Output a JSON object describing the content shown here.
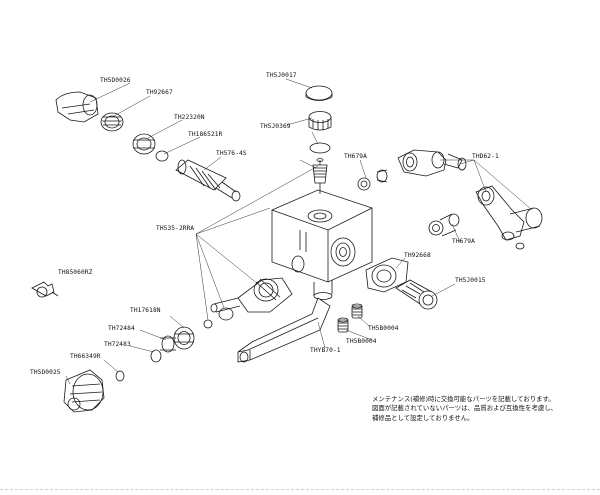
{
  "parts": {
    "th5d0026": "TH5D0026",
    "th92667": "TH92667",
    "th22320n": "TH22320N",
    "th186521r": "TH186521R",
    "th576_4s": "TH576-4S",
    "th5j0017": "TH5J0017",
    "th5j0369": "TH5J0369",
    "th679a_top": "TH679A",
    "thd62_1": "THD62-1",
    "th679a_right": "TH679A",
    "th535_2rra": "TH535-2RRA",
    "th92668": "TH92668",
    "th5j0015": "TH5J0015",
    "th85060rz": "TH85060RZ",
    "th17618n": "TH17618N",
    "th72484": "TH72484",
    "th72483": "TH72483",
    "th66349r": "TH66349R",
    "th5d0025": "TH5D0025",
    "th5b0004_a": "TH5B0004",
    "th5b0004_b": "TH5B0004",
    "thyb70_1": "THYB70-1"
  },
  "note": {
    "line1": "メンテナンス(補修)時に交換可能なパーツを記載しております。",
    "line2": "図面が記載されていないパーツは、品質および互換性を考慮し、",
    "line3": "補修品として設定しておりません。"
  }
}
